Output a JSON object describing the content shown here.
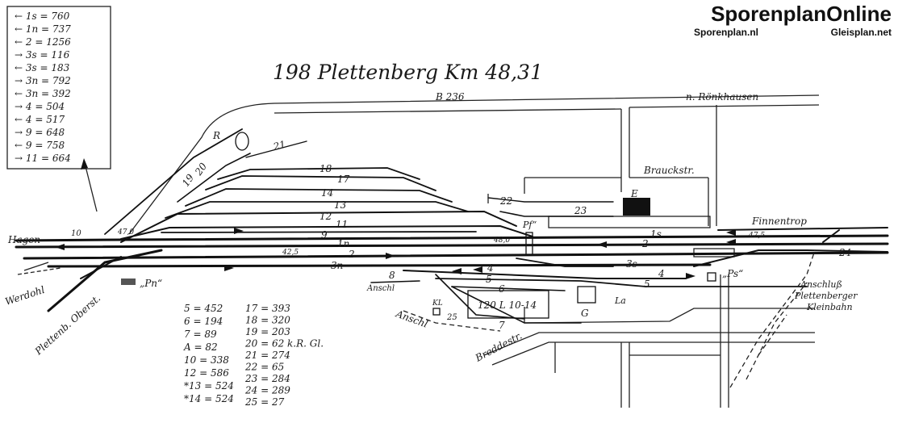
{
  "brand": {
    "title": "SporenplanOnline",
    "site_left": "Sporenplan.nl",
    "site_right": "Gleisplan.net"
  },
  "diagram": {
    "title": "198 Plettenberg Km 48,31"
  },
  "legend_box": [
    "← 1s = 760",
    "← 1n = 737",
    "← 2 = 1256",
    "→ 3s = 116",
    "← 3s = 183",
    "→ 3n = 792",
    "← 3n = 392",
    "→ 4 = 504",
    "← 4 = 517",
    "→ 9 = 648",
    "← 9 = 758",
    "→ 11 = 664"
  ],
  "lengths_col1": [
    "5 = 452",
    "6 = 194",
    "7 = 89",
    "A = 82",
    "10 = 338",
    "12 = 586",
    "*13 = 524",
    "*14 = 524"
  ],
  "lengths_col2": [
    "17 = 393",
    "18 = 320",
    "19 = 203",
    "20 = 62 k.R. Gl.",
    "21 = 274",
    "22 = 65",
    "23 = 284",
    "24 = 289",
    "25 = 27"
  ],
  "places": {
    "hagen": "Hagen",
    "werdohl": "Werdohl",
    "plettenb": "Plettenb. Oberst.",
    "finnentrop": "Finnentrop",
    "ronkhausen": "n. Rönkhausen",
    "b236": "B 236",
    "brauckstr": "Brauckstr.",
    "breddestr": "Breddestr.",
    "anschl1": "Anschl",
    "anschl2": "Anschl",
    "anschl_kb": "Anschluß",
    "anschl_kb2": "Plettenberger",
    "anschl_kb3": "Kleinbahn",
    "pn": "„Pn“",
    "ps": "„Ps“",
    "pf": "Pf“",
    "e": "E",
    "g": "G",
    "la": "La",
    "r": "R",
    "kl": "KL",
    "shed": "120 L 10-14",
    "km_a": "42,5",
    "km_b": "47,0",
    "km_c": "48,0",
    "km_d": "47,5"
  },
  "tracks": {
    "t18": "18",
    "t17": "17",
    "t14": "14",
    "t13": "13",
    "t12": "12",
    "t11": "11",
    "t9": "9",
    "t1n": "1n",
    "t2": "2",
    "t3n": "3n",
    "t1s": "1s",
    "t2r": "2",
    "t3s": "3s",
    "t4": "4",
    "t4r": "4",
    "t5": "5",
    "t5r": "5",
    "t6": "6",
    "t7": "7",
    "t8": "8",
    "t10": "10",
    "t19": "19",
    "t20": "20",
    "t21": "21",
    "t22": "22",
    "t23": "23",
    "t24": "24",
    "t25": "25"
  }
}
